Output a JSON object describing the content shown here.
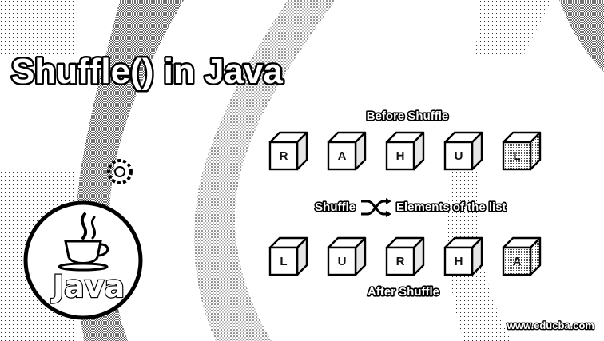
{
  "title": "Shuffle() in Java",
  "before_label": "Before Shuffle",
  "after_label": "After Shuffle",
  "middle": {
    "left_word": "Shuffle",
    "right_text": "Elements of the list",
    "icon": "shuffle-icon"
  },
  "before_letters": [
    "R",
    "A",
    "H",
    "U",
    "L"
  ],
  "after_letters": [
    "L",
    "U",
    "R",
    "H",
    "A"
  ],
  "logo": {
    "word": "Java",
    "icon": "coffee-cup-icon"
  },
  "website": "www.educba.com",
  "colors": {
    "background": "#ffffff",
    "ink": "#000000",
    "cube_face": "#ffffff",
    "cube_shaded": "#bdbdbd"
  }
}
